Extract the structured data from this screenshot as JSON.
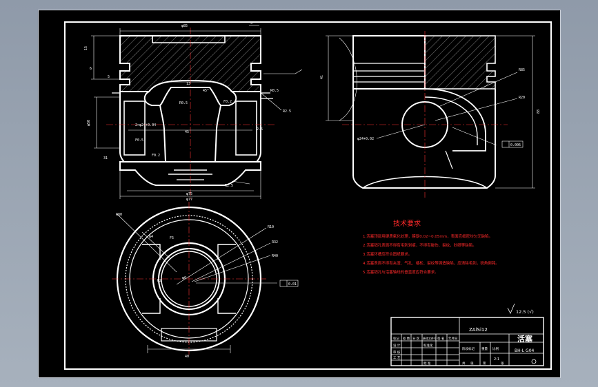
{
  "title_block": {
    "drawing_name": "活塞",
    "drawing_no": "BH-L G04",
    "material": "ZAlSi12",
    "labels": [
      "标记",
      "处 数",
      "分 区",
      "更改文件号",
      "签 名",
      "年月日",
      "阶段标记",
      "重量",
      "比例",
      "设 计",
      "标准化",
      "审 核",
      "工 艺",
      "批 准",
      "共",
      "张",
      "第",
      "张"
    ],
    "scale": "2:1"
  },
  "tech_requirements": {
    "title": "技术要求",
    "items": [
      "1.活塞顶部用硬质氧化处理，膜厚0.02~0.05mm，表面应细密均匀无缺陷。",
      "2.活塞销孔表面不得有毛刺划痕，不得有碰伤、裂纹，砂眼等缺陷。",
      "3.活塞环槽应符合图纸要求。",
      "4.活塞表面不得有夹渣、气孔、缩松、裂纹等铸造缺陷，应清除毛刺，锐角倒钝。",
      "5.活塞销孔与活塞轴线的垂直度应符合要求。"
    ]
  },
  "roughness_note": "12.5 (√)",
  "dims": {
    "top_width": "φ85",
    "top_right": "5",
    "land": "15",
    "groove1": "6",
    "groove2": "5",
    "chamfer": "R0.5",
    "bowl_dia": "13",
    "bowl_angle": "45°",
    "bowl_radius": "R0.5",
    "pin_boss": "R2.5",
    "height_left": "φ50",
    "pin_label": "2×φ24+0.04",
    "mid_dim": "45",
    "side_dim": "2.5",
    "f1": "F0.5",
    "f2": "F0.2",
    "f3": "F0.2",
    "skirt_left": "31",
    "skirt_bottom1": "φ75",
    "skirt_bottom2": "φ77",
    "bottom_radius": "R2.5",
    "right_height": "41",
    "r_outer": "R85",
    "r_inner": "R20",
    "right_total": "88",
    "pin_dia": "φ24+0.02",
    "perp_tol": "0.006",
    "c_r80": "R80",
    "c_d": "φ4",
    "c_r10": "R10",
    "c_r32": "R32",
    "c_r40": "R40",
    "c_tol": "0.01",
    "c_bottom": "40",
    "c_mid": "φ6",
    "c_r2": "R2",
    "c_f": "F5"
  }
}
